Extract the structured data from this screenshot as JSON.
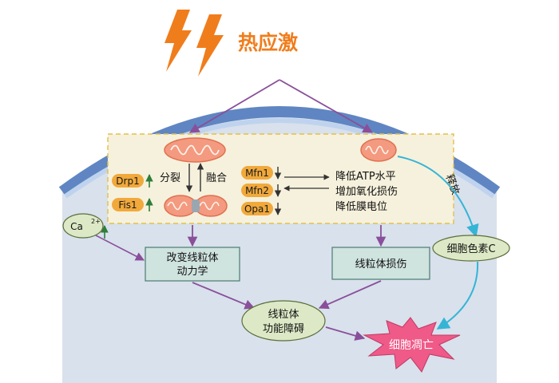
{
  "stimulus": {
    "label": "热应激"
  },
  "colors": {
    "lightning": "#f07d1c",
    "membrane_dark": "#5f86c2",
    "membrane_light": "#bfd3ee",
    "cytoplasm": "#d8e1ec",
    "dashed_box_fill": "#f6f1dc",
    "dashed_box_stroke": "#e2c04a",
    "pill_fill": "#f1a93b",
    "teal_box_fill": "#cfe3df",
    "oval_fill": "#dde9c6",
    "starburst_fill": "#ef5a88",
    "arrow_purple": "#8a4f9a",
    "arrow_cyan": "#36b4d6"
  },
  "mitochondria_left": {
    "fission_label": "分裂",
    "fusion_label": "融合",
    "markers": [
      {
        "name": "Drp1",
        "arrow": "up"
      },
      {
        "name": "Fis1",
        "arrow": "up"
      }
    ]
  },
  "mitochondria_right": {
    "markers": [
      {
        "name": "Mfn1",
        "arrow": "down"
      },
      {
        "name": "Mfn2",
        "arrow": "down"
      },
      {
        "name": "Opa1",
        "arrow": "down"
      }
    ],
    "effects": [
      "降低ATP水平",
      "增加氧化损伤",
      "降低膜电位"
    ]
  },
  "calcium": {
    "label": "Ca",
    "superscript": "2+"
  },
  "release_label": "释放",
  "cytochrome_c": {
    "label": "细胞色素C"
  },
  "dynamics_box": {
    "lines": [
      "改变线粒体",
      "动力学"
    ]
  },
  "damage_box": {
    "label": "线粒体损伤"
  },
  "dysfunction_oval": {
    "lines": [
      "线粒体",
      "功能障碍"
    ]
  },
  "apoptosis": {
    "label": "细胞凋亡"
  }
}
